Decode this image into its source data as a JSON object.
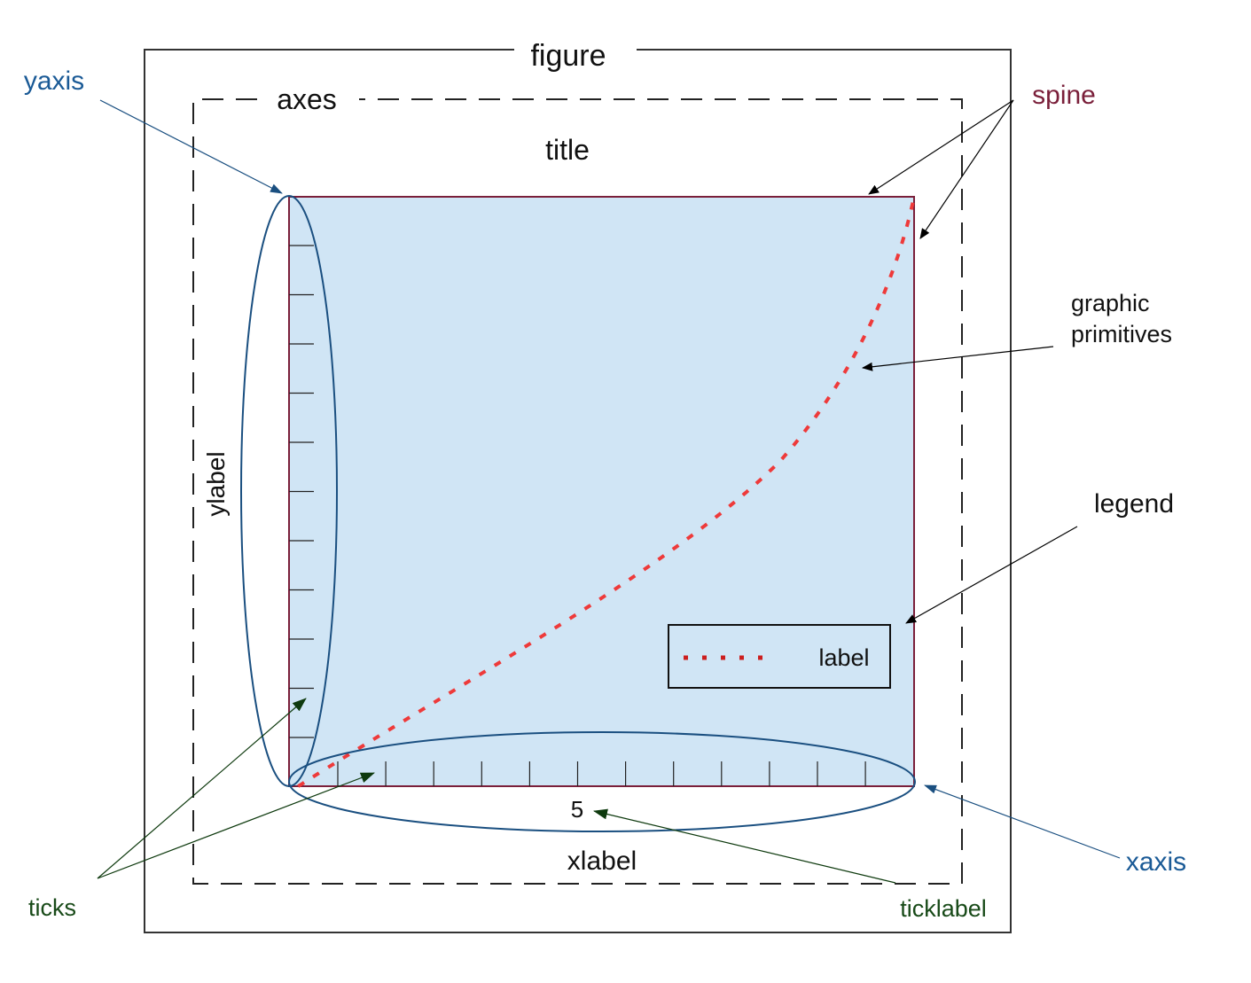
{
  "labels": {
    "figure": "figure",
    "axes": "axes",
    "title": "title",
    "ylabel": "ylabel",
    "xlabel": "xlabel",
    "ticklabel_value": "5",
    "legend_entry": "label",
    "callout_yaxis": "yaxis",
    "callout_spine": "spine",
    "callout_graphic_line1": "graphic",
    "callout_graphic_line2": "primitives",
    "callout_legend": "legend",
    "callout_ticks": "ticks",
    "callout_xaxis": "xaxis",
    "callout_ticklabel": "ticklabel"
  },
  "colors": {
    "axes_fill": "#d0e5f5",
    "spine": "#7a1f3a",
    "axis_ellipse": "#1a4f80",
    "yaxis_text": "#1a5a96",
    "spine_text": "#7a1f3a",
    "ticks_text": "#184a18",
    "curve": "#ee3a3a",
    "frame": "#333333",
    "dashed": "#222222"
  }
}
